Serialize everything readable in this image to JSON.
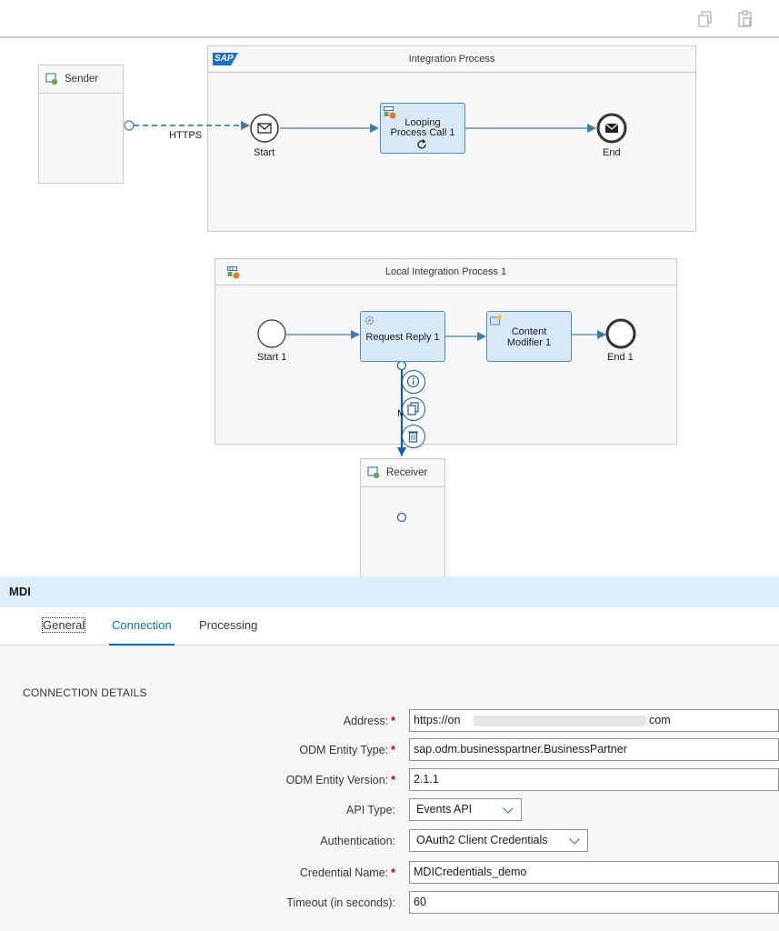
{
  "diagram": {
    "integration_process": {
      "title": "Integration Process",
      "sap_logo": "SAP",
      "start_label": "Start",
      "end_label": "End",
      "looping_task_line1": "Looping",
      "looping_task_line2": "Process Call 1"
    },
    "sender": {
      "label": "Sender",
      "channel_label": "HTTPS"
    },
    "local_process": {
      "title": "Local Integration Process 1",
      "start_label": "Start 1",
      "end_label": "End 1",
      "request_reply_label": "Request Reply 1",
      "content_modifier_line1": "Content",
      "content_modifier_line2": "Modifier 1",
      "channel_label_partial": "M"
    },
    "receiver": {
      "label": "Receiver"
    }
  },
  "panel": {
    "title": "MDI",
    "tabs": [
      "General",
      "Connection",
      "Processing"
    ],
    "active_tab": "Connection",
    "section_title": "CONNECTION DETAILS",
    "fields": {
      "address": {
        "label": "Address:",
        "value_start": "https://on",
        "value_end": "com"
      },
      "entity_type": {
        "label": "ODM Entity Type:",
        "value": "sap.odm.businesspartner.BusinessPartner"
      },
      "entity_version": {
        "label": "ODM Entity Version:",
        "value": "2.1.1"
      },
      "api_type": {
        "label": "API Type:",
        "value": "Events API"
      },
      "authentication": {
        "label": "Authentication:",
        "value": "OAuth2 Client Credentials"
      },
      "credential_name": {
        "label": "Credential Name:",
        "value": "MDICredentials_demo"
      },
      "timeout": {
        "label": "Timeout (in seconds):",
        "value": "60"
      }
    },
    "required_marker": "*"
  },
  "colors": {
    "accent": "#0a6ed1",
    "task_fill": "#d7e9f7",
    "flow": "#427cac",
    "panel_header": "#dceefb",
    "required": "#bb0000"
  }
}
